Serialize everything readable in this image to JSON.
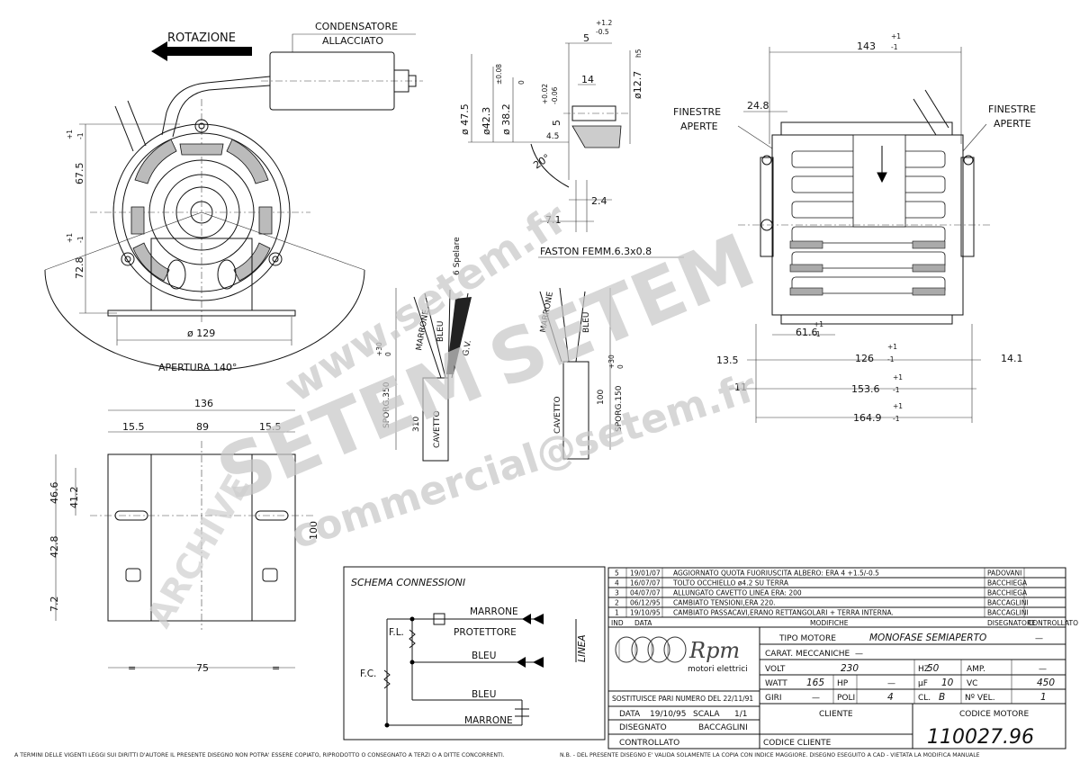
{
  "drawing": {
    "left_view": {
      "rotation_label": "ROTAZIONE",
      "capacitor_label_1": "CONDENSATORE",
      "capacitor_label_2": "ALLACCIATO",
      "dim_67_5": "67.5",
      "dim_67_5_tol_up": "+1",
      "dim_67_5_tol_dn": "-1",
      "dim_72_8": "72.8",
      "dim_72_8_tol_up": "+1",
      "dim_72_8_tol_dn": "-1",
      "dim_129": "ø 129",
      "opening_label": "APERTURA 140°"
    },
    "shaft_detail": {
      "dim_5": "5",
      "dim_5_tol_up": "+1.2",
      "dim_5_tol_dn": "-0.5",
      "dim_47_5": "ø 47.5",
      "dim_42_3": "ø42.3",
      "dim_42_3_tol": "±0.08",
      "dim_38_2": "ø 38.2",
      "dim_38_2_tol": "0",
      "dim_5_shaft": "5",
      "dim_5_shaft_tol_up": "+0.02",
      "dim_5_shaft_tol_dn": "-0.06",
      "dim_14": "14",
      "dim_12_7": "ø12.7",
      "dim_12_7_tol": "h5",
      "dim_4_5": "4.5",
      "dim_20": "20°",
      "dim_2_4": "2.4",
      "dim_7_1": "7.1"
    },
    "right_view": {
      "dim_143": "143",
      "dim_143_tol_up": "+1",
      "dim_143_tol_dn": "-1",
      "dim_24_8": "24.8",
      "windows_left_1": "FINESTRE",
      "windows_left_2": "APERTE",
      "windows_right_1": "FINESTRE",
      "windows_right_2": "APERTE",
      "dim_61_6": "61.6",
      "dim_61_6_tol_up": "+1",
      "dim_61_6_tol_dn": "-1",
      "dim_13_5": "13.5",
      "dim_126": "126",
      "dim_126_tol_up": "+1",
      "dim_126_tol_dn": "-1",
      "dim_14_1": "14.1",
      "dim_11": "11",
      "dim_153_6": "153.6",
      "dim_153_6_tol_up": "+1",
      "dim_153_6_tol_dn": "-1",
      "dim_164_9": "164.9",
      "dim_164_9_tol_up": "+1",
      "dim_164_9_tol_dn": "-1"
    },
    "wires": {
      "faston_label": "FASTON FEMM.6.3x0.8",
      "strip_label": "6 Spelare",
      "wire_marrone_1": "MARRONE",
      "wire_bleu_1": "BLEU",
      "wire_gv": "G.V.",
      "sporg_350": "SPORG.350",
      "sporg_350_tol_up": "+30",
      "sporg_350_tol_dn": "0",
      "cavetto_1": "CAVETTO",
      "len_310": "310",
      "wire_marrone_2": "MARRONE",
      "wire_bleu_2": "BLEU",
      "cavetto_2": "CAVETTO",
      "len_100": "100",
      "sporg_150": "SPORG.150",
      "sporg_150_tol_up": "+30",
      "sporg_150_tol_dn": "0"
    },
    "bottom_view": {
      "dim_136": "136",
      "dim_15_5_left": "15.5",
      "dim_89": "89",
      "dim_15_5_right": "15.5",
      "dim_46_6": "46.6",
      "dim_41_2": "41.2",
      "dim_42_8": "42.8",
      "dim_7_2": "7.2",
      "dim_75": "75",
      "dim_eq_1": "=",
      "dim_eq_2": "=",
      "dim_100": "100"
    },
    "schematic": {
      "title": "SCHEMA CONNESSIONI",
      "marrone_top": "MARRONE",
      "protettore": "PROTETTORE",
      "bleu_mid": "BLEU",
      "linea": "LINEA",
      "fl": "F.L.",
      "fc": "F.C.",
      "bleu_low": "BLEU",
      "marrone_low": "MARRONE"
    },
    "revisions": [
      {
        "n": "5",
        "date": "19/01/07",
        "text": "AGGIORNATO QUOTA FUORIUSCITA ALBERO: ERA 4 +1.5/-0.5",
        "by": "PADOVANI"
      },
      {
        "n": "4",
        "date": "16/07/07",
        "text": "TOLTO OCCHIELLO ø4.2 SU TERRA",
        "by": "BACCHIEGA"
      },
      {
        "n": "3",
        "date": "04/07/07",
        "text": "ALLUNGATO CAVETTO LINEA ERA: 200",
        "by": "BACCHIEGA"
      },
      {
        "n": "2",
        "date": "06/12/95",
        "text": "CAMBIATO TENSIONI,ERA 220.",
        "by": "BACCAGLINI"
      },
      {
        "n": "1",
        "date": "19/10/95",
        "text": "CAMBIATO PASSACAVI,ERANO RETTANGOLARI + TERRA INTERNA.",
        "by": "BACCAGLINI"
      }
    ],
    "rev_header": {
      "ind": "IND",
      "data": "DATA",
      "modifiche": "MODIFICHE",
      "disegnatore": "DISEGNATORE",
      "controllato": "CONTROLLATO"
    },
    "title_block": {
      "logo": "Rpm",
      "logo_sub": "motori elettrici",
      "tipo_motore_label": "TIPO MOTORE",
      "tipo_motore_value": "MONOFASE SEMIAPERTO",
      "tipo_motore_extra": "—",
      "carat_label": "CARAT. MECCANICHE",
      "carat_value": "—",
      "volt_label": "VOLT",
      "volt_value": "230",
      "hz_label": "HZ",
      "hz_value": "50",
      "amp_label": "AMP.",
      "amp_value": "—",
      "watt_label": "WATT",
      "watt_value": "165",
      "hp_label": "HP",
      "hp_value": "—",
      "uf_label": "µF",
      "uf_value": "10",
      "vc_label": "VC",
      "vc_value": "450",
      "giri_label": "GIRI",
      "giri_value": "—",
      "poli_label": "POLI",
      "poli_value": "4",
      "cl_label": "CL.",
      "cl_value": "B",
      "nvel_label": "Nº VEL.",
      "nvel_value": "1",
      "sostituisce": "SOSTITUISCE PARI NUMERO DEL 22/11/91",
      "data_label": "DATA",
      "data_value": "19/10/95",
      "scala_label": "SCALA",
      "scala_value": "1/1",
      "cliente_label": "CLIENTE",
      "codice_motore_label": "CODICE MOTORE",
      "codice_motore_value": "110027.96",
      "disegnato_label": "DISEGNATO",
      "disegnato_value": "BACCAGLINI",
      "controllato_label": "CONTROLLATO",
      "codice_cliente_label": "CODICE CLIENTE"
    },
    "footer_left": "A TERMINI DELLE VIGENTI LEGGI SUI DIRITTI D'AUTORE IL PRESENTE DISEGNO NON POTRA' ESSERE COPIATO, RIPRODOTTO O CONSEGNATO A TERZI O A DITTE CONCORRENTI.",
    "footer_right": "N.B. - DEL PRESENTE DISEGNO E' VALIDA SOLAMENTE LA COPIA CON INDICE MAGGIORE.    DISEGNO ESEGUITO A CAD - VIETATA LA MODIFICA MANUALE"
  },
  "watermarks": {
    "w1": "www.setem.fr",
    "w2": "SETEM",
    "w3": "SETEM",
    "w4": "commercial@setem.fr",
    "w5": "ARCHIVE"
  }
}
